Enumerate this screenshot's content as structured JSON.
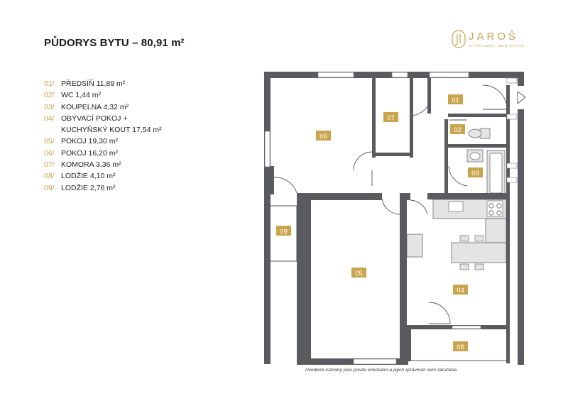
{
  "title": "PŮDORYS BYTU – 80,91 m²",
  "brand": {
    "name": "JAROŠ",
    "tagline": "& PARTNERS | REAL ESTATE",
    "accent_color": "#c9a44c"
  },
  "legend": [
    {
      "num": "01/",
      "text": "PŘEDSÍŇ 11,89 m²"
    },
    {
      "num": "02/",
      "text": "WC 1,44 m²"
    },
    {
      "num": "03/",
      "text": "KOUPELNA 4,32 m²"
    },
    {
      "num": "04/",
      "text": "OBÝVACÍ POKOJ +",
      "text2": "KUCHYŇSKÝ KOUT 17,54 m²"
    },
    {
      "num": "05/",
      "text": "POKOJ 19,30 m²"
    },
    {
      "num": "06/",
      "text": "POKOJ 16,20 m²"
    },
    {
      "num": "07/",
      "text": "KOMORA 3,36 m²"
    },
    {
      "num": "08/",
      "text": "LODŽIE 4,10 m²"
    },
    {
      "num": "09/",
      "text": "LODŽIE 2,76 m²"
    }
  ],
  "room_labels": {
    "r01": "01",
    "r02": "02",
    "r03": "03",
    "r04": "04",
    "r05": "05",
    "r06": "06",
    "r07": "07",
    "r08": "08",
    "r09": "09"
  },
  "disclaimer": "Uvedené rozměry jsou pouze orientační a jejich správnost není zaručena.",
  "colors": {
    "wall": "#5a5b5e",
    "label_bg": "#c9a44c",
    "fixture_fill": "#e4e4e4"
  }
}
